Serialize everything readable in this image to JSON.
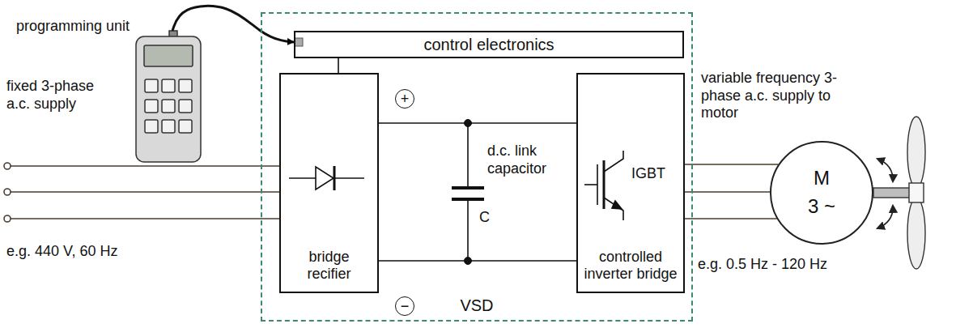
{
  "diagram": {
    "nodes": [
      {
        "text": [
          "programming unit"
        ]
      },
      {
        "text": [
          "VSD"
        ]
      },
      {
        "text": [
          "control electronics"
        ],
        "in": 1
      },
      {
        "text": [
          "bridge recifier"
        ],
        "in": 1
      },
      {
        "text": [
          "+"
        ],
        "in": 1
      },
      {
        "text": [
          "−"
        ],
        "in": 1
      },
      {
        "text": [
          "controlled inverter bridge"
        ],
        "in": 1
      },
      {
        "text": [
          "M",
          "3 ~"
        ]
      }
    ],
    "edges": [
      {
        "from": 0,
        "to": 2,
        "arrow": "to"
      },
      {
        "from": 2,
        "to": 3,
        "arrow": "none"
      },
      {
        "from": 3,
        "to": 6,
        "arrow": "none"
      },
      {
        "from": 3,
        "to": 6,
        "arrow": "none"
      },
      {
        "from": 6,
        "to": 7,
        "arrow": "none"
      },
      {
        "from": 6,
        "to": 7,
        "arrow": "none"
      },
      {
        "from": 6,
        "to": 7,
        "arrow": "none"
      }
    ],
    "labels": [
      "fixed 3-phase a.c. supply",
      "e.g. 440 V, 60 Hz",
      "d.c. link capacitor",
      "C",
      "IGBT",
      "variable frequency 3-phase a.c. supply to motor",
      "e.g. 0.5 Hz - 120 Hz"
    ]
  }
}
